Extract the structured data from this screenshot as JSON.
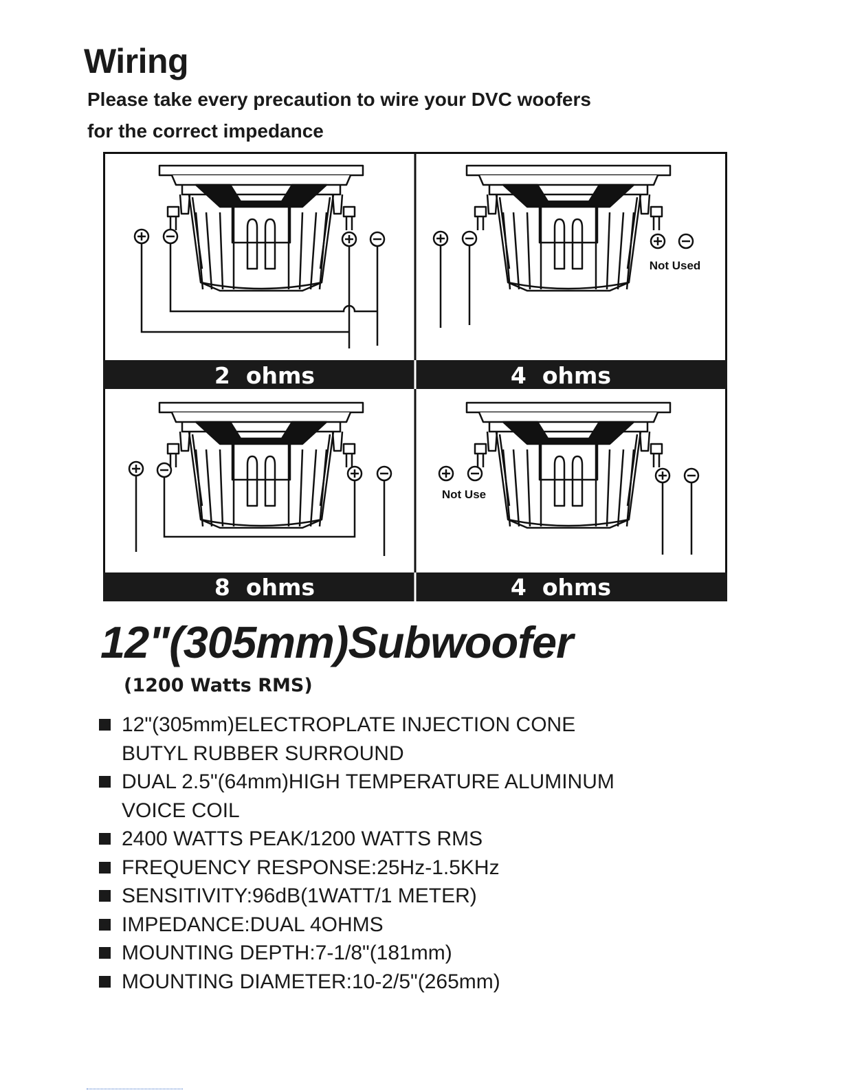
{
  "heading": "Wiring",
  "intro": {
    "line1": "Please take every precaution to wire your DVC woofers",
    "line2": "for the correct impedance"
  },
  "panels": [
    {
      "ohms": "2  ohms",
      "note": ""
    },
    {
      "ohms": "4  ohms",
      "note": "Not Used"
    },
    {
      "ohms": "8  ohms",
      "note": ""
    },
    {
      "ohms": "4  ohms",
      "note": "Not Use"
    }
  ],
  "product": {
    "title": "12\"(305mm)Subwoofer",
    "subtitle": "(1200 Watts RMS)"
  },
  "specs": [
    {
      "line1": "12\"(305mm)ELECTROPLATE INJECTION CONE",
      "line2": "BUTYL RUBBER SURROUND"
    },
    {
      "line1": "DUAL 2.5\"(64mm)HIGH TEMPERATURE ALUMINUM",
      "line2": "VOICE COIL"
    },
    {
      "line1": "2400 WATTS PEAK/1200 WATTS RMS",
      "line2": ""
    },
    {
      "line1": "FREQUENCY RESPONSE:25Hz-1.5KHz",
      "line2": ""
    },
    {
      "line1": "SENSITIVITY:96dB(1WATT/1 METER)",
      "line2": ""
    },
    {
      "line1": "IMPEDANCE:DUAL 4OHMS",
      "line2": ""
    },
    {
      "line1": "MOUNTING DEPTH:7-1/8\"(181mm)",
      "line2": ""
    },
    {
      "line1": "MOUNTING DIAMETER:10-2/5\"(265mm)",
      "line2": ""
    }
  ]
}
